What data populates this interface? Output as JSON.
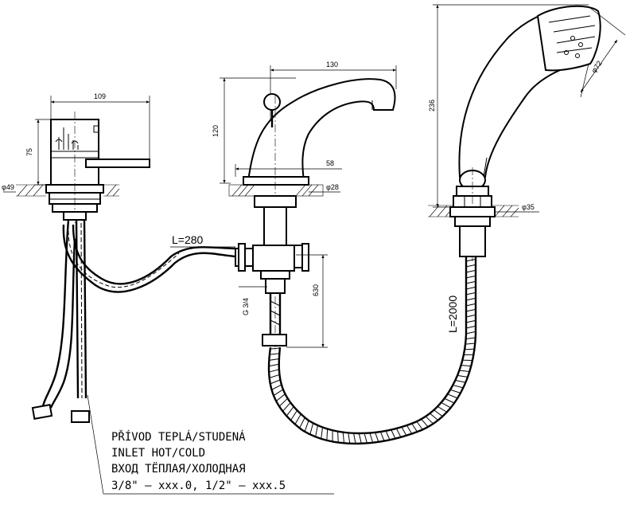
{
  "dimensions": {
    "mixer_width": "109",
    "mixer_height": "75",
    "mixer_base_dia": "φ49",
    "spout_reach": "130",
    "spout_height": "120",
    "spout_offset": "58",
    "spout_base_dia": "φ28",
    "valve_drop": "630",
    "hose_short": "L=280",
    "thread": "G 3/4",
    "shower_height": "236",
    "shower_head_dia": "φ72",
    "shower_base_dia": "φ35",
    "shower_hose": "L=2000"
  },
  "note": {
    "line1": "PŘÍVOD TEPLÁ/STUDENÁ",
    "line2": "INLET HOT/COLD",
    "line3": "ВХОД ТЁПЛАЯ/ХОЛОДНАЯ",
    "line4": "3/8\" – xxx.0, 1/2\" – xxx.5"
  }
}
